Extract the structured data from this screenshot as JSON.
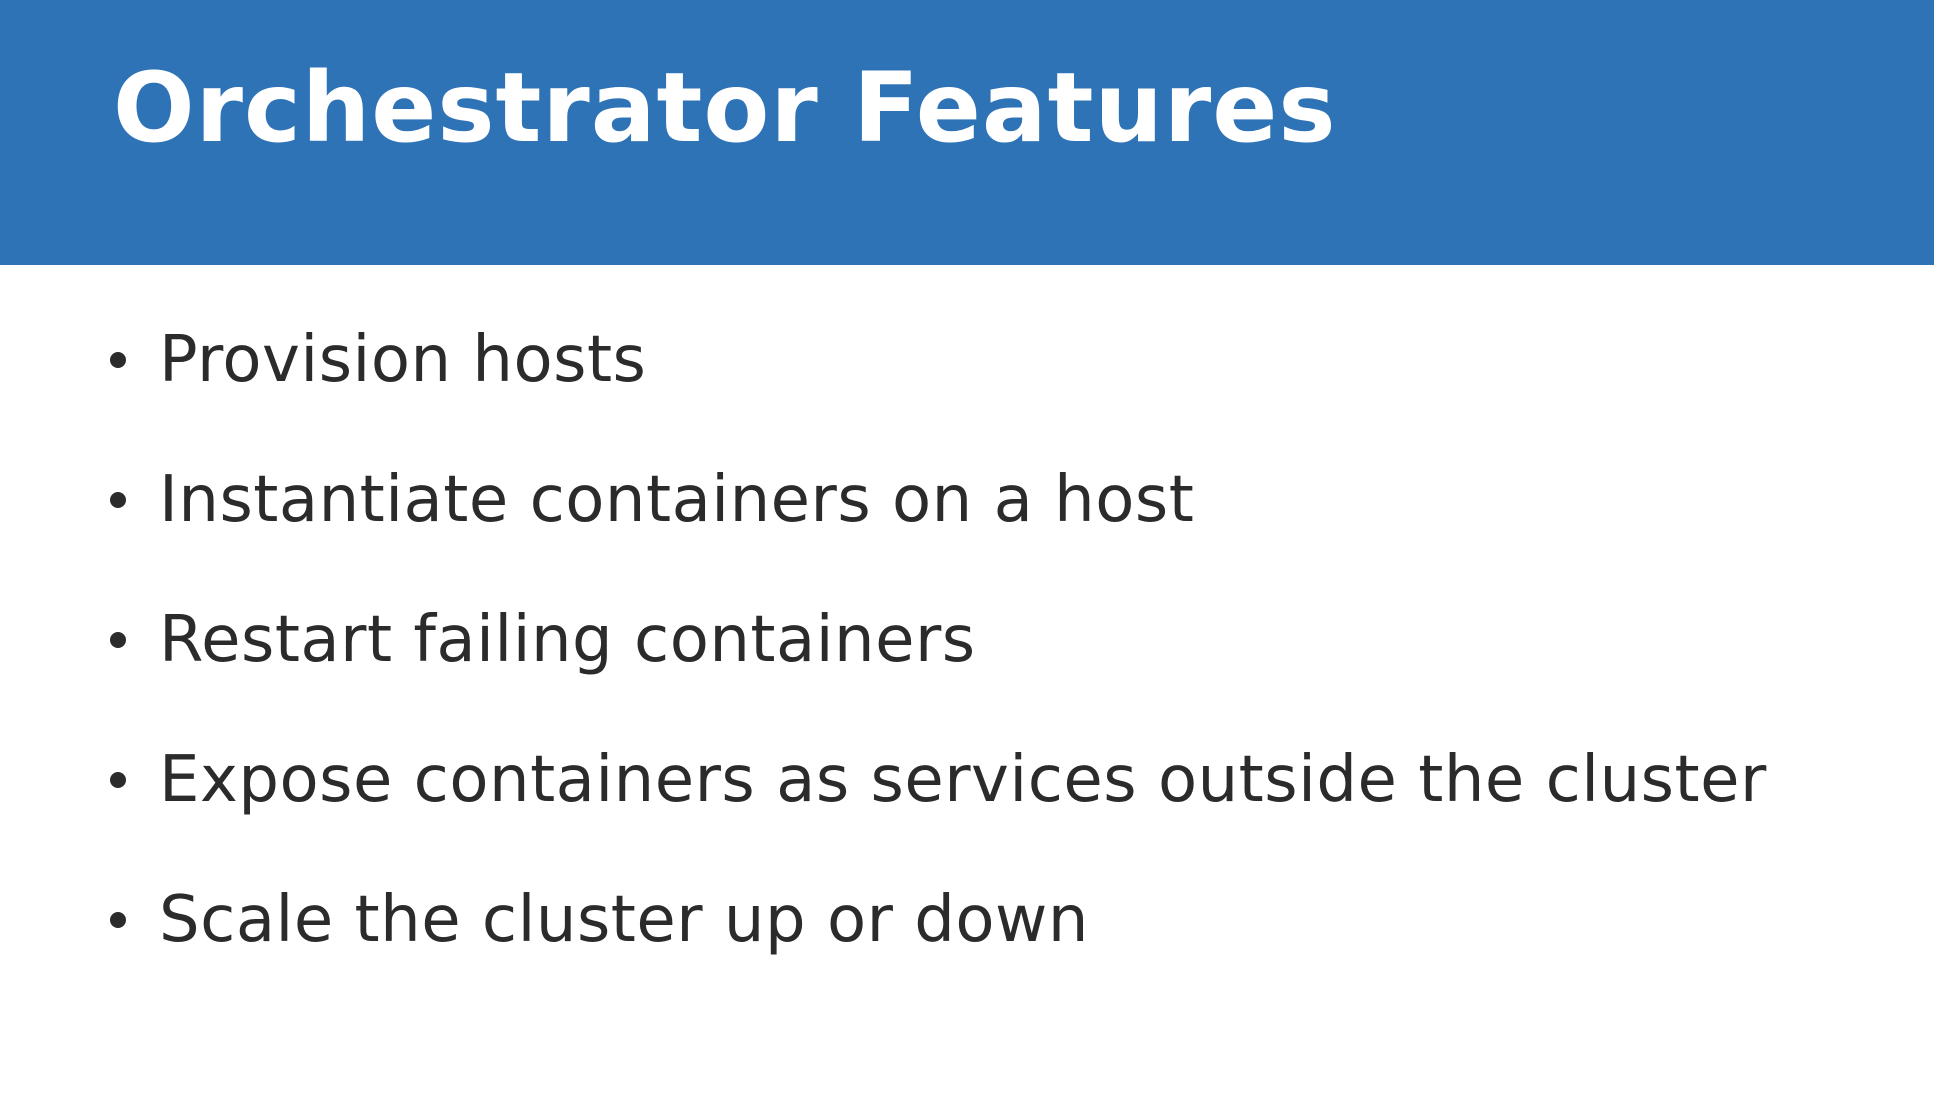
{
  "slide": {
    "title": "Orchestrator Features",
    "bullets": [
      "Provision hosts",
      "Instantiate containers on a host",
      "Restart failing containers",
      "Expose containers as services outside the cluster",
      "Scale the cluster up or down"
    ]
  },
  "colors": {
    "header_background": "#2f73b7",
    "title_text": "#ffffff",
    "body_text": "#2b2b2b",
    "bullet": "#2b2b2b",
    "page_background": "#ffffff"
  }
}
